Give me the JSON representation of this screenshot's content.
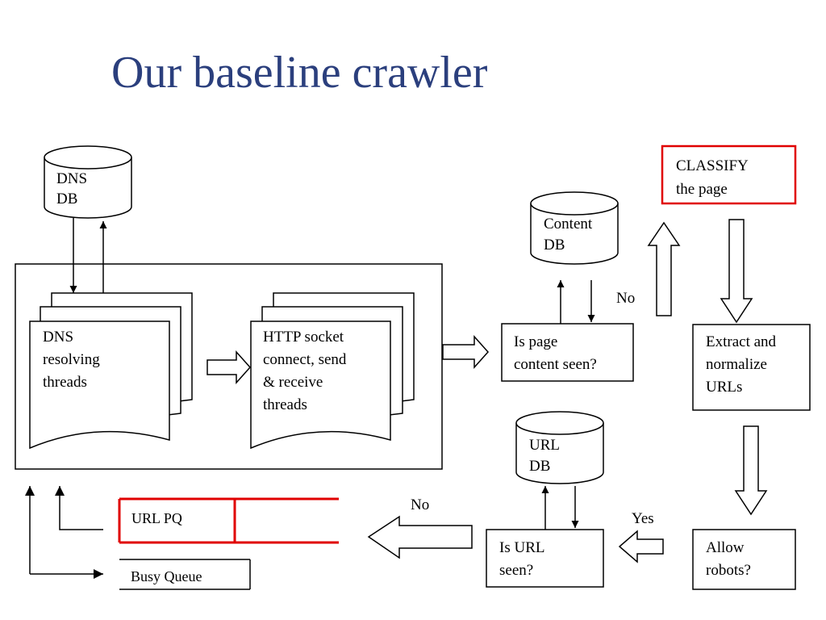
{
  "title": "Our baseline crawler",
  "colors": {
    "title": "#2b3f7d",
    "highlight": "#e00000",
    "stroke": "#000000"
  },
  "nodes": {
    "dns_db": [
      "DNS",
      "DB"
    ],
    "dns_threads": [
      "DNS",
      "resolving",
      "threads"
    ],
    "http_threads": [
      "HTTP socket",
      "connect, send",
      "& receive",
      "threads"
    ],
    "content_db": [
      "Content",
      "DB"
    ],
    "page_seen": [
      "Is page",
      "content seen?"
    ],
    "classify": [
      "CLASSIFY",
      "the page"
    ],
    "extract": [
      "Extract and",
      "normalize",
      "URLs"
    ],
    "allow_robots": [
      "Allow",
      "robots?"
    ],
    "url_seen": [
      "Is URL",
      "seen?"
    ],
    "url_db": [
      "URL",
      "DB"
    ],
    "url_pq": "URL PQ",
    "busy_queue": "Busy Queue"
  },
  "edge_labels": {
    "no_content": "No",
    "yes_robots": "Yes",
    "no_url": "No"
  }
}
